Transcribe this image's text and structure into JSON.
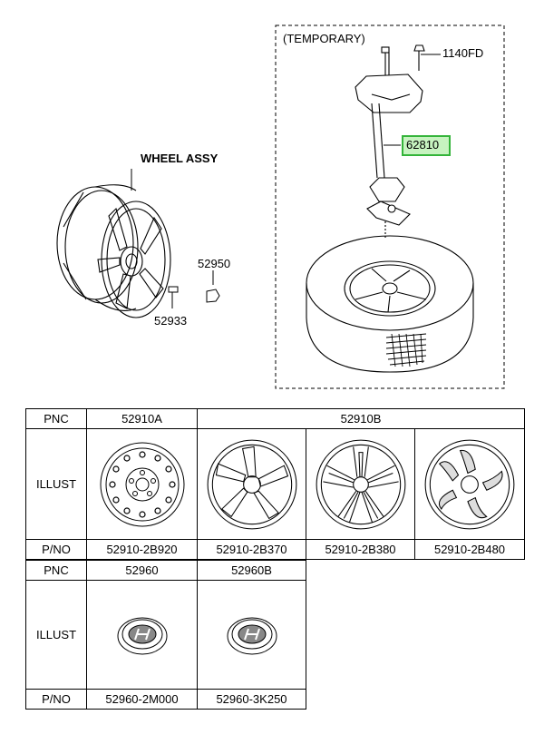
{
  "diagram": {
    "wheel_assy_label": "WHEEL ASSY",
    "temporary_label": "(TEMPORARY)",
    "part_1140fd": "1140FD",
    "part_62810": "62810",
    "part_52950": "52950",
    "part_52933": "52933",
    "highlight_color": "#34b43a"
  },
  "table1": {
    "pnc_label": "PNC",
    "illust_label": "ILLUST",
    "pno_label": "P/NO",
    "pnc_a": "52910A",
    "pnc_b": "52910B",
    "pnos": [
      "52910-2B920",
      "52910-2B370",
      "52910-2B380",
      "52910-2B480"
    ]
  },
  "table2": {
    "pnc_label": "PNC",
    "illust_label": "ILLUST",
    "pno_label": "P/NO",
    "pncs": [
      "52960",
      "52960B"
    ],
    "pnos": [
      "52960-2M000",
      "52960-3K250"
    ]
  }
}
